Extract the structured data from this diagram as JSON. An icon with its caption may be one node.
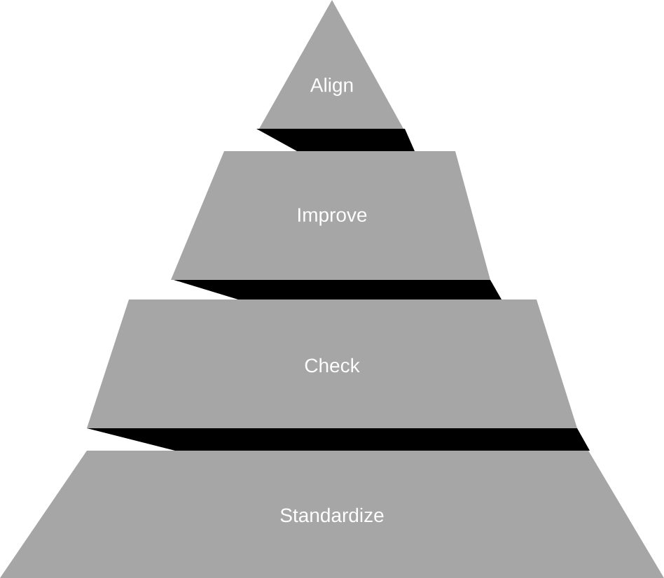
{
  "diagram": {
    "nodes": [
      {
        "text": [
          "Align"
        ]
      },
      {
        "text": [
          "Improve"
        ]
      },
      {
        "text": [
          "Check"
        ]
      },
      {
        "text": [
          "Standardize"
        ]
      }
    ]
  }
}
